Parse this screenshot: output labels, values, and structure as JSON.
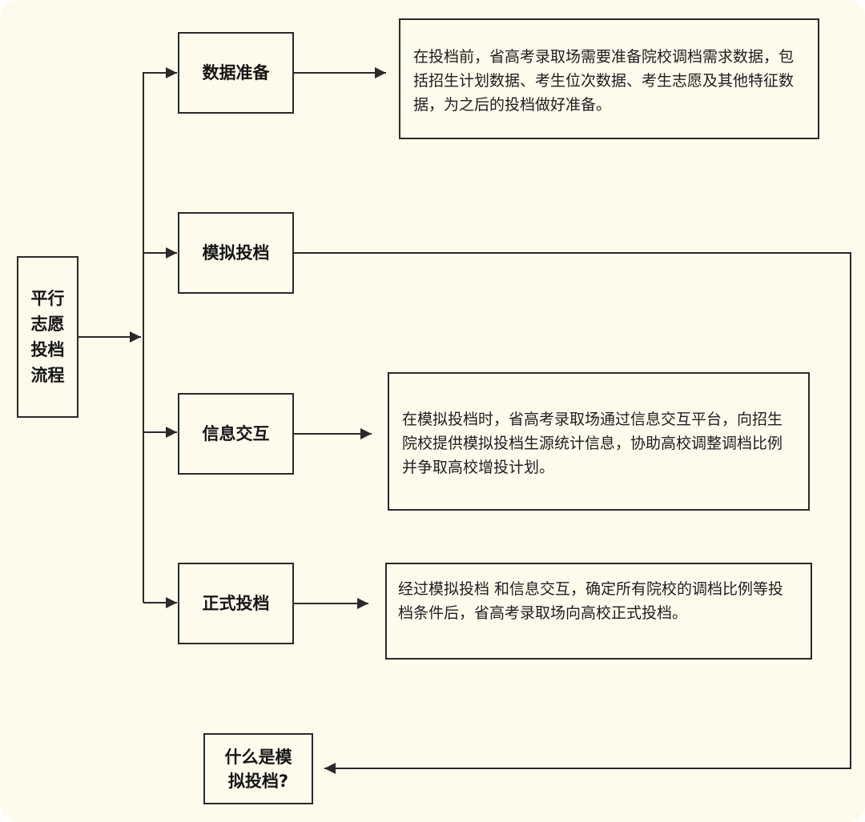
{
  "diagram": {
    "root_label": "平行志愿投档流程",
    "steps": [
      {
        "label": "数据准备"
      },
      {
        "label": "模拟投档"
      },
      {
        "label": "信息交互"
      },
      {
        "label": "正式投档"
      }
    ],
    "descriptions": {
      "data_prep": "在投档前，省高考录取场需要准备院校调档需求数据，包括招生计划数据、考生位次数据、考生志愿及其他特征数据，为之后的投档做好准备。",
      "info_exchange": "在模拟投档时，省高考录取场通过信息交互平台，向招生院校提供模拟投档生源统计信息，协助高校调整调档比例并争取高校增投计划。",
      "formal_filing": "经过模拟投档 和信息交互，确定所有院校的调档比例等投档条件后，省高考录取场向高校正式投档。"
    },
    "question_label": "什么是模拟投档?"
  },
  "colors": {
    "background": "#fefaec",
    "line": "#2a2a2a",
    "text": "#151515"
  }
}
